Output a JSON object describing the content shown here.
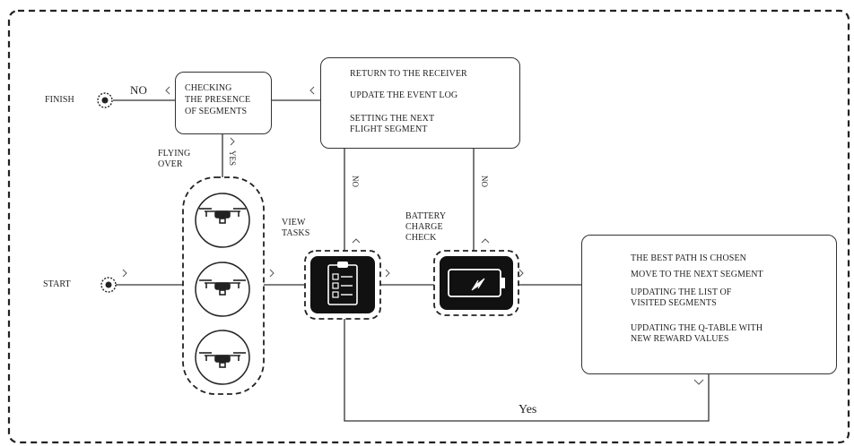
{
  "nodes": {
    "finish": "FINISH",
    "start": "START",
    "no_top": "NO",
    "checking": [
      "CHECKING",
      "THE PRESENCE",
      "OF SEGMENTS"
    ],
    "return_box": [
      "RETURN TO THE RECEIVER",
      "UPDATE THE EVENT LOG",
      "SETTING THE NEXT",
      "FLIGHT SEGMENT"
    ],
    "flying_over": [
      "FLYING",
      "OVER"
    ],
    "yes_vertical": "YES",
    "view_tasks": [
      "VIEW",
      "TASKS"
    ],
    "battery": [
      "BATTERY",
      "CHARGE",
      "CHECK"
    ],
    "no_left": "NO",
    "no_right": "NO",
    "result_box": [
      "THE BEST PATH IS CHOSEN",
      "MOVE TO THE NEXT SEGMENT",
      "UPDATING THE LIST OF",
      "VISITED SEGMENTS",
      "UPDATING THE Q-TABLE WITH",
      "NEW REWARD VALUES"
    ],
    "yes_bottom": "Yes"
  },
  "icons": [
    "finish-target-icon",
    "start-target-icon",
    "drone-icon",
    "clipboard-checklist-icon",
    "battery-charging-icon"
  ]
}
